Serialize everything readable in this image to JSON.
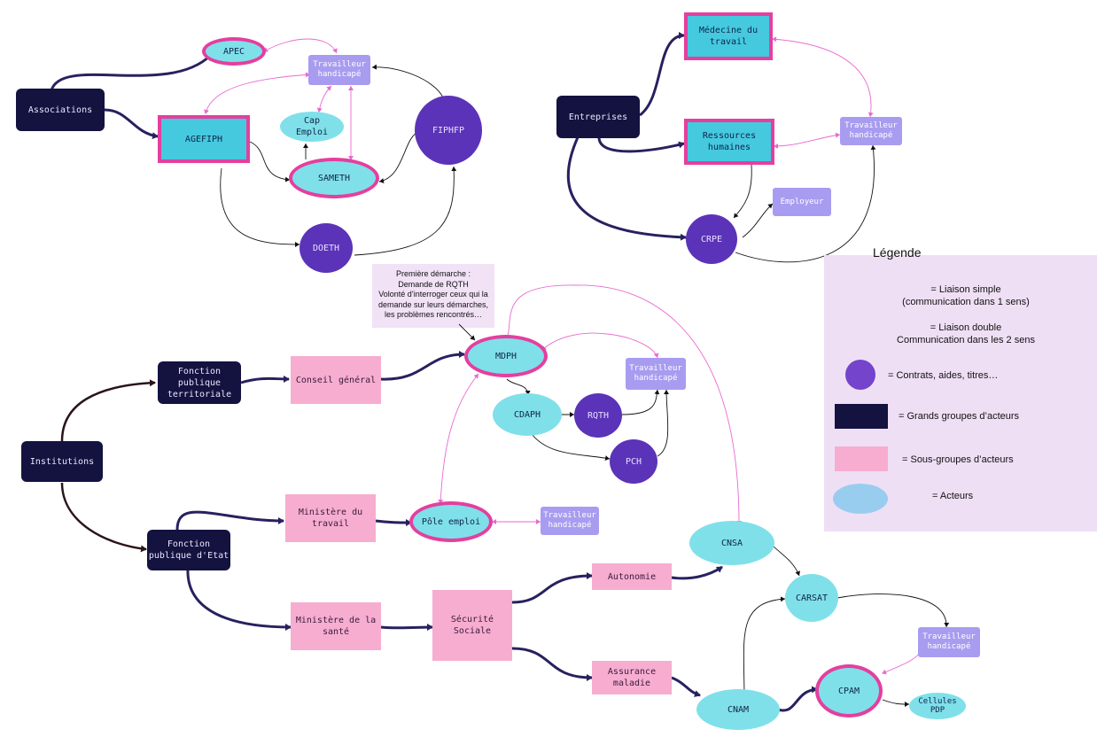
{
  "nodes": {
    "associations": "Associations",
    "apec": "APEC",
    "th_associations": "Travailleur\nhandicapé",
    "agefiph": "AGEFIPH",
    "cap_emploi": "Cap\nEmploi",
    "sameth": "SAMETH",
    "fiphfp": "FIPHFP",
    "doeth": "DOETH",
    "entreprises": "Entreprises",
    "medecine_travail": "Médecine du\ntravail",
    "ressources_humaines": "Ressources\nhumaines",
    "th_entreprises": "Travailleur\nhandicapé",
    "employeur": "Employeur",
    "crpe": "CRPE",
    "institutions": "Institutions",
    "fp_territoriale": "Fonction\npublique\nterritoriale",
    "fp_etat": "Fonction\npublique d'Etat",
    "conseil_general": "Conseil général",
    "mdph": "MDPH",
    "th_mdph": "Travailleur\nhandicapé",
    "cdaph": "CDAPH",
    "rqth": "RQTH",
    "pch": "PCH",
    "ministere_travail": "Ministère du\ntravail",
    "pole_emploi": "Pôle emploi",
    "th_pole": "Travailleur\nhandicapé",
    "ministere_sante": "Ministère de la\nsanté",
    "securite_sociale": "Sécurité\nSociale",
    "autonomie": "Autonomie",
    "assurance_maladie": "Assurance\nmaladie",
    "cnsa": "CNSA",
    "carsat": "CARSAT",
    "cnam": "CNAM",
    "cpam": "CPAM",
    "th_cpam": "Travailleur\nhandicapé",
    "cellules_pdp": "Cellules\nPDP"
  },
  "note": {
    "title": "Première démarche :",
    "lines": [
      "Demande de RQTH",
      "Volonté d’interroger ceux qui la",
      "demande sur leurs démarches,",
      "les problèmes rencontrés…"
    ]
  },
  "legend": {
    "title": "Légende",
    "simple": "= Liaison simple\n(communication dans 1 sens)",
    "double": "= Liaison double\nCommunication dans les 2 sens",
    "contracts": "= Contrats, aides, titres…",
    "groups": "= Grands groupes d’acteurs",
    "subgroups": "= Sous-groupes d’acteurs",
    "actors": "= Acteurs"
  },
  "colors": {
    "group": "#14123f",
    "subgroup": "#f7adcf",
    "actor": "#7fe0ea",
    "contract": "#5b33b8",
    "worker": "#a89cf0",
    "highlight": "#e43f9f",
    "strong_link": "#27215f",
    "double_link": "#e86ad0",
    "thin_link": "#111111",
    "legend_bg": "#efdff5"
  }
}
